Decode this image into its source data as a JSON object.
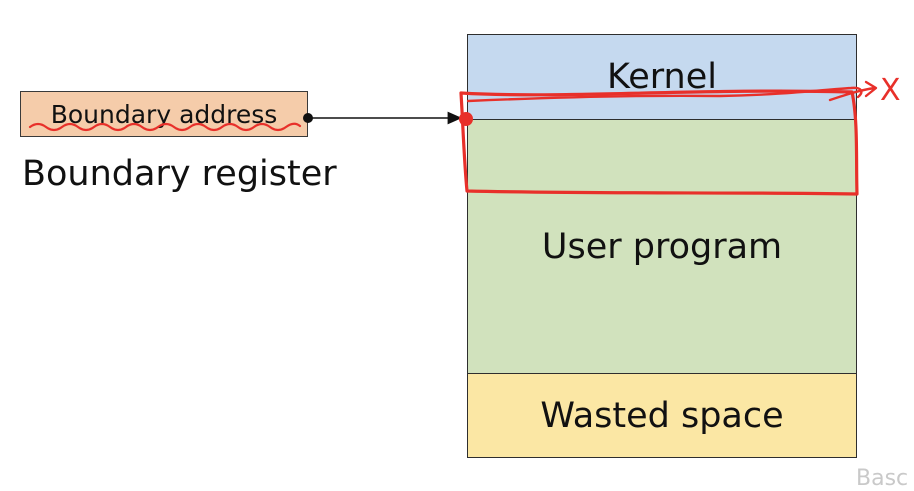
{
  "register": {
    "box_label": "Boundary address",
    "caption": "Boundary register"
  },
  "memory": {
    "kernel": {
      "label": "Kernel",
      "color": "#c5d9ef"
    },
    "user": {
      "label": "User program",
      "color": "#d1e2bd"
    },
    "wasted": {
      "label": "Wasted space",
      "color": "#fbe7a4"
    }
  },
  "register_color": "#f5ccaa",
  "annotation": {
    "mark": "X",
    "color": "#e8302a"
  },
  "watermark": "Basc"
}
